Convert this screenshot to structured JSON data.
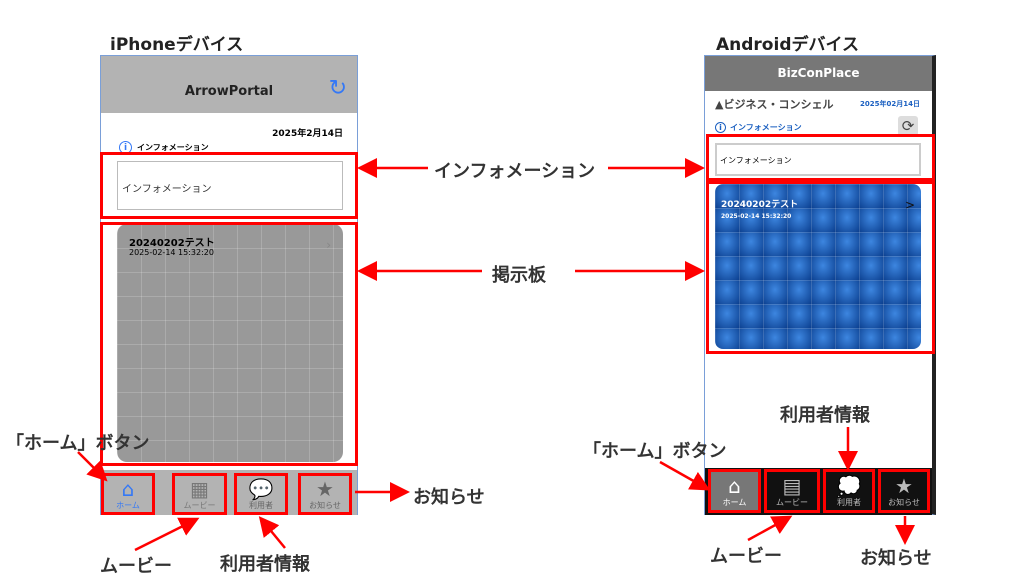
{
  "iphone": {
    "caption": "iPhoneデバイス",
    "app_title": "ArrowPortal",
    "date": "2025年2月14日",
    "info_label": "インフォメーション",
    "info_text": "インフォメーション",
    "board": {
      "title": "20240202テスト",
      "datetime": "2025-02-14 15:32:20"
    },
    "tabs": [
      {
        "label": "ホーム",
        "icon": "home-icon"
      },
      {
        "label": "ムービー",
        "icon": "film-icon"
      },
      {
        "label": "利用者",
        "icon": "chat-icon"
      },
      {
        "label": "お知らせ",
        "icon": "star-icon"
      }
    ]
  },
  "android": {
    "caption": "Androidデバイス",
    "app_title": "BizConPlace",
    "logo": "ビジネス・コンシェル",
    "date": "2025年02月14日",
    "info_label": "インフォメーション",
    "info_text": "インフォメーション",
    "board": {
      "title": "20240202テスト",
      "datetime": "2025-02-14 15:32:20"
    },
    "tabs": [
      {
        "label": "ホーム",
        "icon": "home-icon"
      },
      {
        "label": "ムービー",
        "icon": "film-icon"
      },
      {
        "label": "利用者",
        "icon": "chat-icon"
      },
      {
        "label": "お知らせ",
        "icon": "star-icon"
      }
    ]
  },
  "annotations": {
    "info": "インフォメーション",
    "board": "掲示板",
    "home_left": "「ホーム」ボタン",
    "movie_left": "ムービー",
    "user_left": "利用者情報",
    "notice_left": "お知らせ",
    "home_right": "「ホーム」ボタン",
    "user_right": "利用者情報",
    "movie_right": "ムービー",
    "notice_right": "お知らせ"
  },
  "colors": {
    "accent_red": "#ff0000",
    "ios_blue": "#3478f6",
    "android_blue": "#1a5fc0"
  }
}
